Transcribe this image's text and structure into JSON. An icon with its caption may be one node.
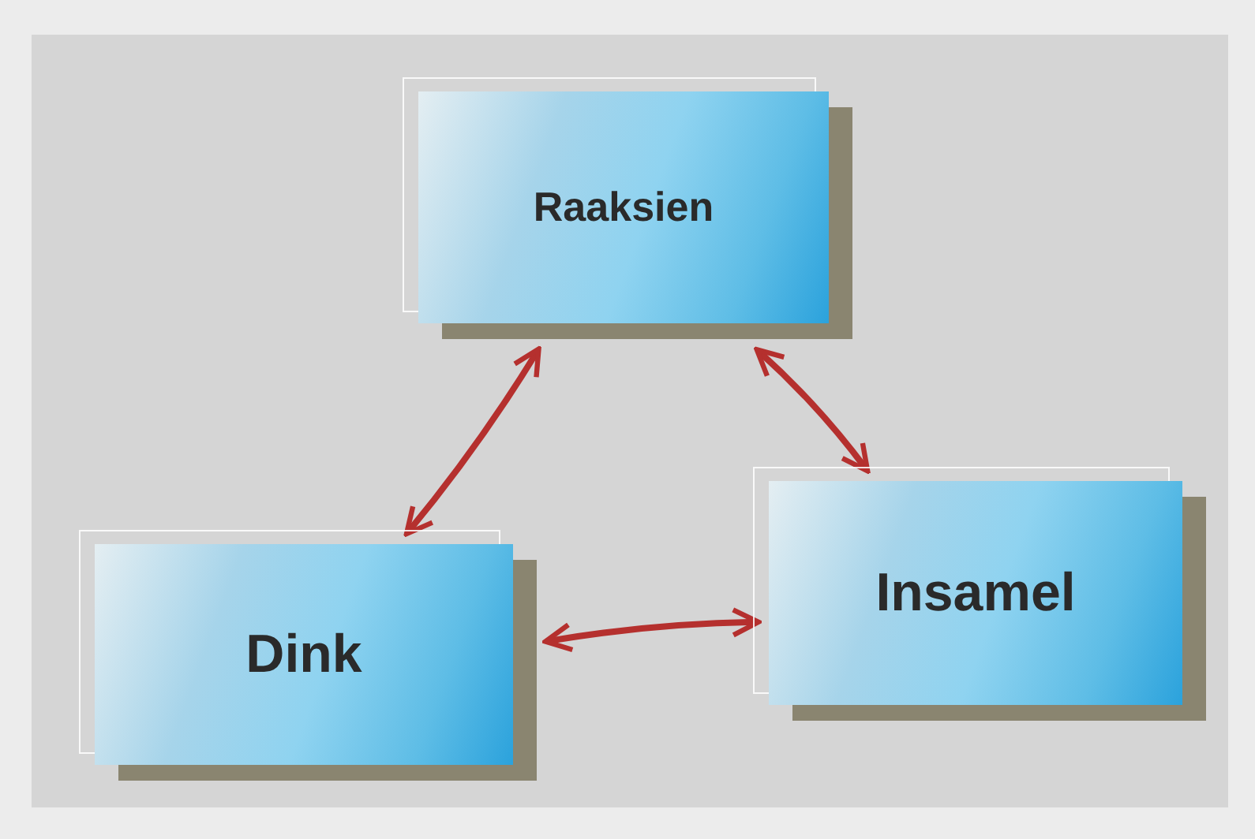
{
  "diagram": {
    "nodes": [
      {
        "text": [
          "Raaksien"
        ]
      },
      {
        "text": [
          "Dink"
        ]
      },
      {
        "text": [
          "Insamel"
        ]
      }
    ],
    "edges": [
      {
        "from": 0,
        "to": 1,
        "arrow": "both"
      },
      {
        "from": 0,
        "to": 2,
        "arrow": "both"
      },
      {
        "from": 1,
        "to": 2,
        "arrow": "both"
      }
    ]
  }
}
